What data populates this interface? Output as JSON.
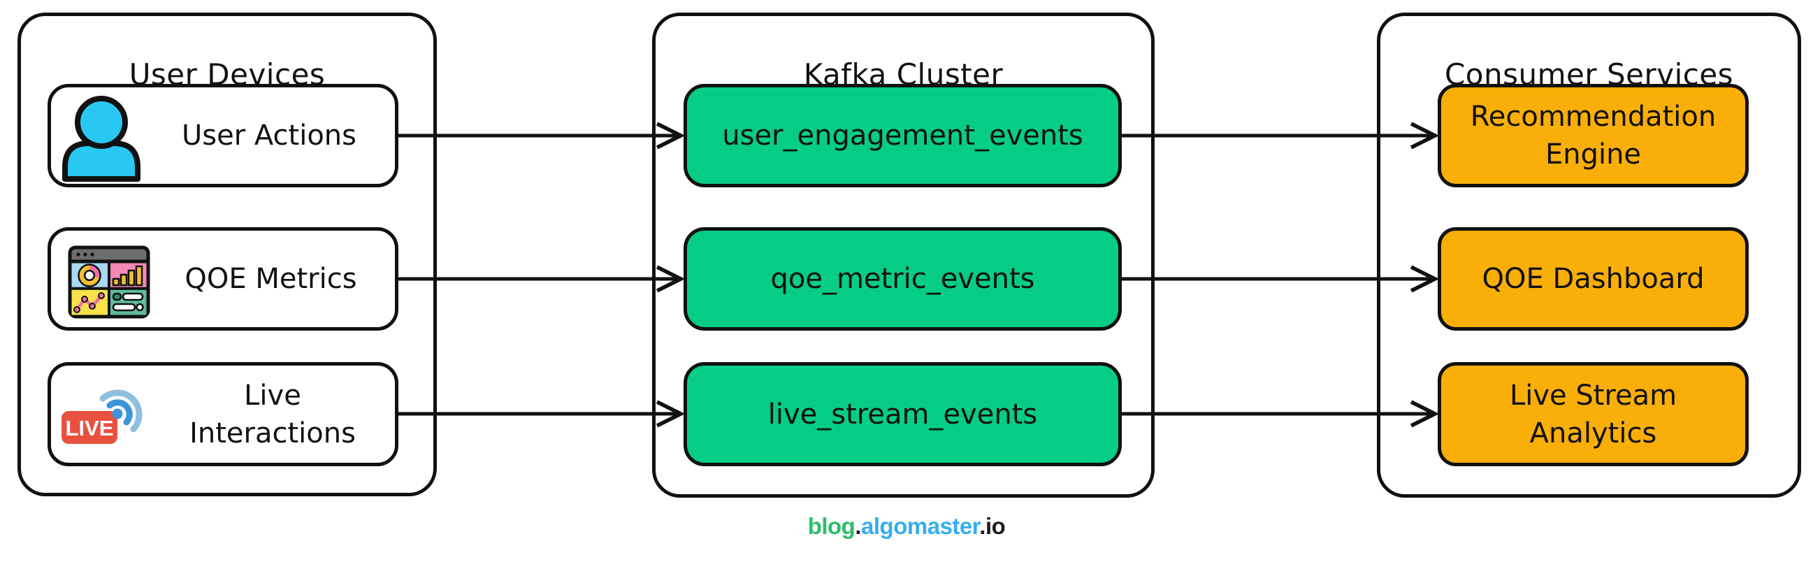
{
  "diagram": {
    "columns": [
      {
        "title": "User Devices",
        "items": [
          {
            "icon": "user-icon",
            "label": "User Actions"
          },
          {
            "icon": "qoe-dashboard-icon",
            "label": "QOE Metrics"
          },
          {
            "icon": "live-icon",
            "label": "Live\nInteractions"
          }
        ]
      },
      {
        "title": "Kafka Cluster",
        "items": [
          {
            "label": "user_engagement_events"
          },
          {
            "label": "qoe_metric_events"
          },
          {
            "label": "live_stream_events"
          }
        ]
      },
      {
        "title": "Consumer Services",
        "items": [
          {
            "label": "Recommendation\nEngine"
          },
          {
            "label": "QOE Dashboard"
          },
          {
            "label": "Live Stream\nAnalytics"
          }
        ]
      }
    ],
    "colors": {
      "topic_fill": "#06CD84",
      "consumer_fill": "#F9AE08",
      "outline": "#111111",
      "user_icon_fill": "#29C8F2",
      "live_badge_red": "#E85140",
      "wifi_dark_blue": "#3D94D8",
      "wifi_light_blue": "#8FBFDF"
    }
  },
  "footer": {
    "parts": [
      {
        "text": "blog",
        "color": "#2ABE68"
      },
      {
        "text": ".",
        "color": "#1B1B1B"
      },
      {
        "text": "algomaster",
        "color": "#35AEEF"
      },
      {
        "text": ".",
        "color": "#1B1B1B"
      },
      {
        "text": "io",
        "color": "#1B1B1B"
      }
    ]
  }
}
